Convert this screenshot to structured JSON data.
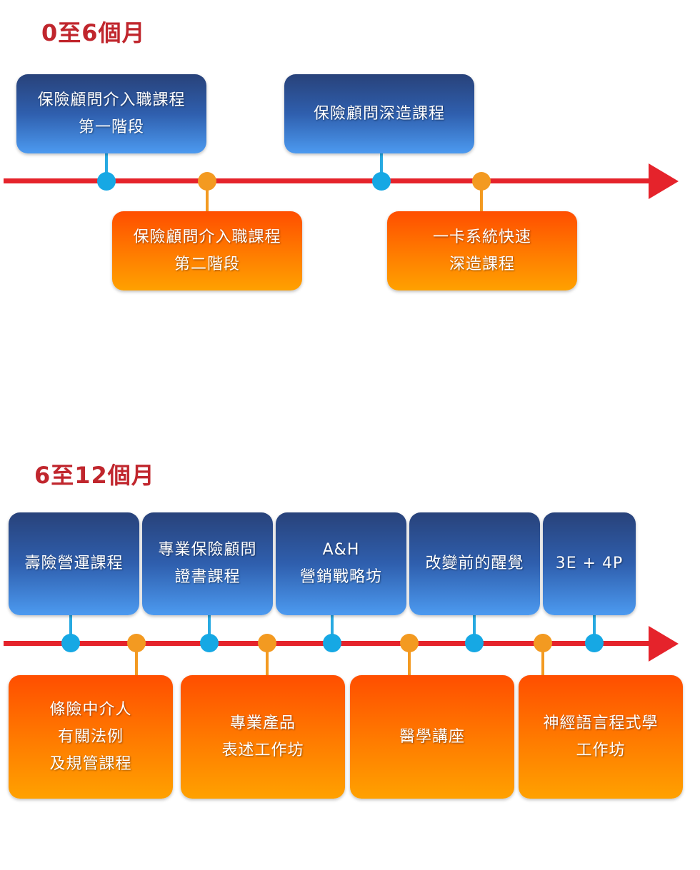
{
  "section1": {
    "heading": "0至6個月",
    "top_boxes": [
      {
        "lines": [
          "保險顧問介入職課程",
          "第一階段"
        ]
      },
      {
        "lines": [
          "保險顧問深造課程"
        ]
      }
    ],
    "bottom_boxes": [
      {
        "lines": [
          "保險顧問介入職課程",
          "第二階段"
        ]
      },
      {
        "lines": [
          "一卡系統快速",
          "深造課程"
        ]
      }
    ]
  },
  "section2": {
    "heading": "6至12個月",
    "top_boxes": [
      {
        "lines": [
          "壽險營運課程"
        ]
      },
      {
        "lines": [
          "專業保險顧問",
          "證書課程"
        ]
      },
      {
        "lines": [
          "A&H",
          "營銷戰略坊"
        ]
      },
      {
        "lines": [
          "改變前的醒覺"
        ]
      },
      {
        "lines": [
          "3E + 4P"
        ]
      }
    ],
    "bottom_boxes": [
      {
        "lines": [
          "條險中介人",
          "有關法例",
          "及規管課程"
        ]
      },
      {
        "lines": [
          "專業產品",
          "表述工作坊"
        ]
      },
      {
        "lines": [
          "醫學講座"
        ]
      },
      {
        "lines": [
          "神經語言程式學",
          "工作坊"
        ]
      }
    ]
  },
  "colors": {
    "heading": "#c0262d",
    "axis": "#e5232b",
    "blue_marker": "#16a8e4",
    "orange_marker": "#f39a21"
  }
}
